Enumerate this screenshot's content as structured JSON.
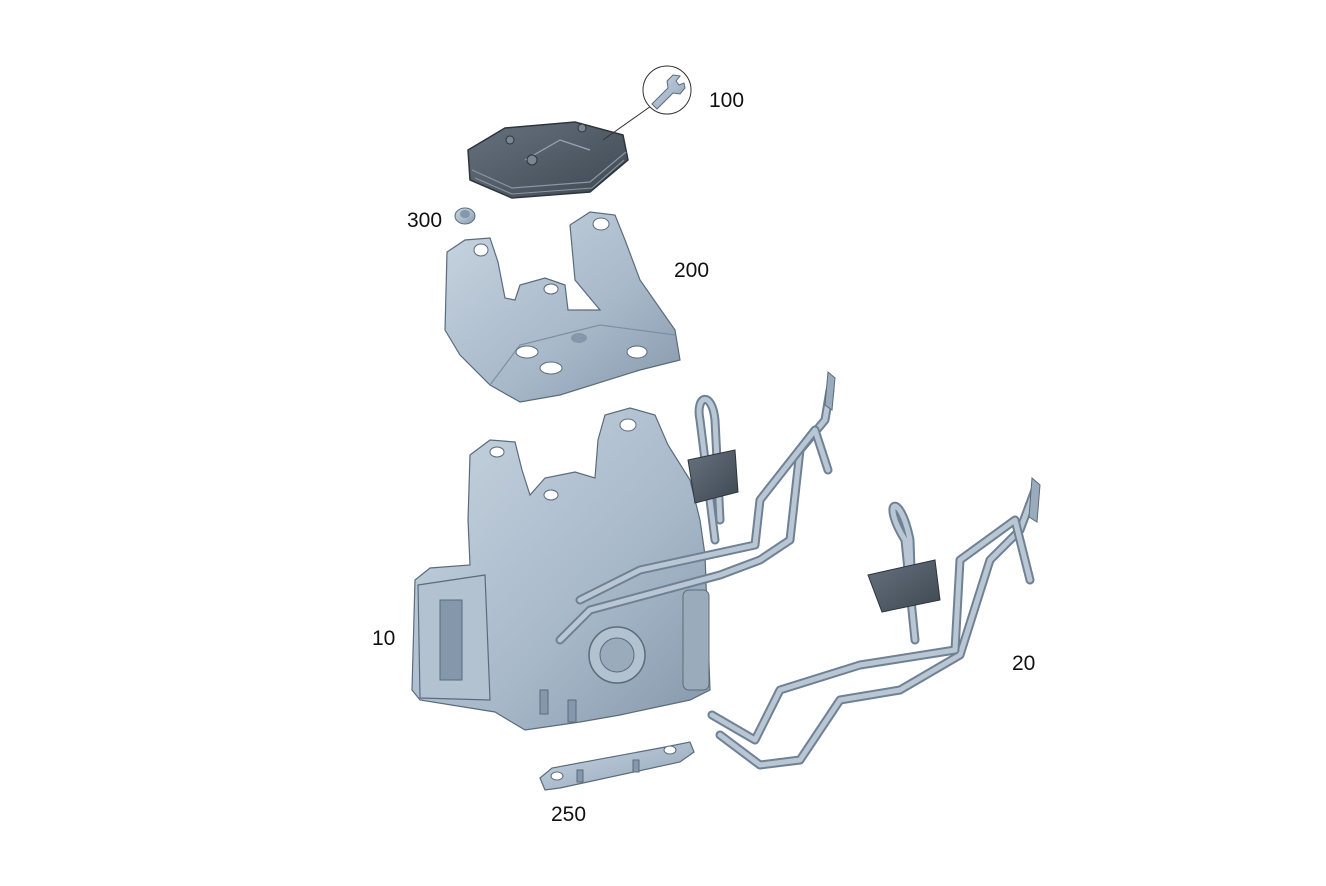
{
  "diagram": {
    "callouts": {
      "c100": "100",
      "c300": "300",
      "c200": "200",
      "c10": "10",
      "c20": "20",
      "c250": "250"
    },
    "icons": {
      "tool_symbol": "wrench-icon"
    },
    "colors": {
      "part_fill": "#a9b9c9",
      "part_light": "#c7d3df",
      "part_dark": "#7d8fa1",
      "cover_fill": "#4f5a66",
      "outline": "#5a6b7c",
      "leader": "#333333",
      "background": "#ffffff"
    }
  }
}
